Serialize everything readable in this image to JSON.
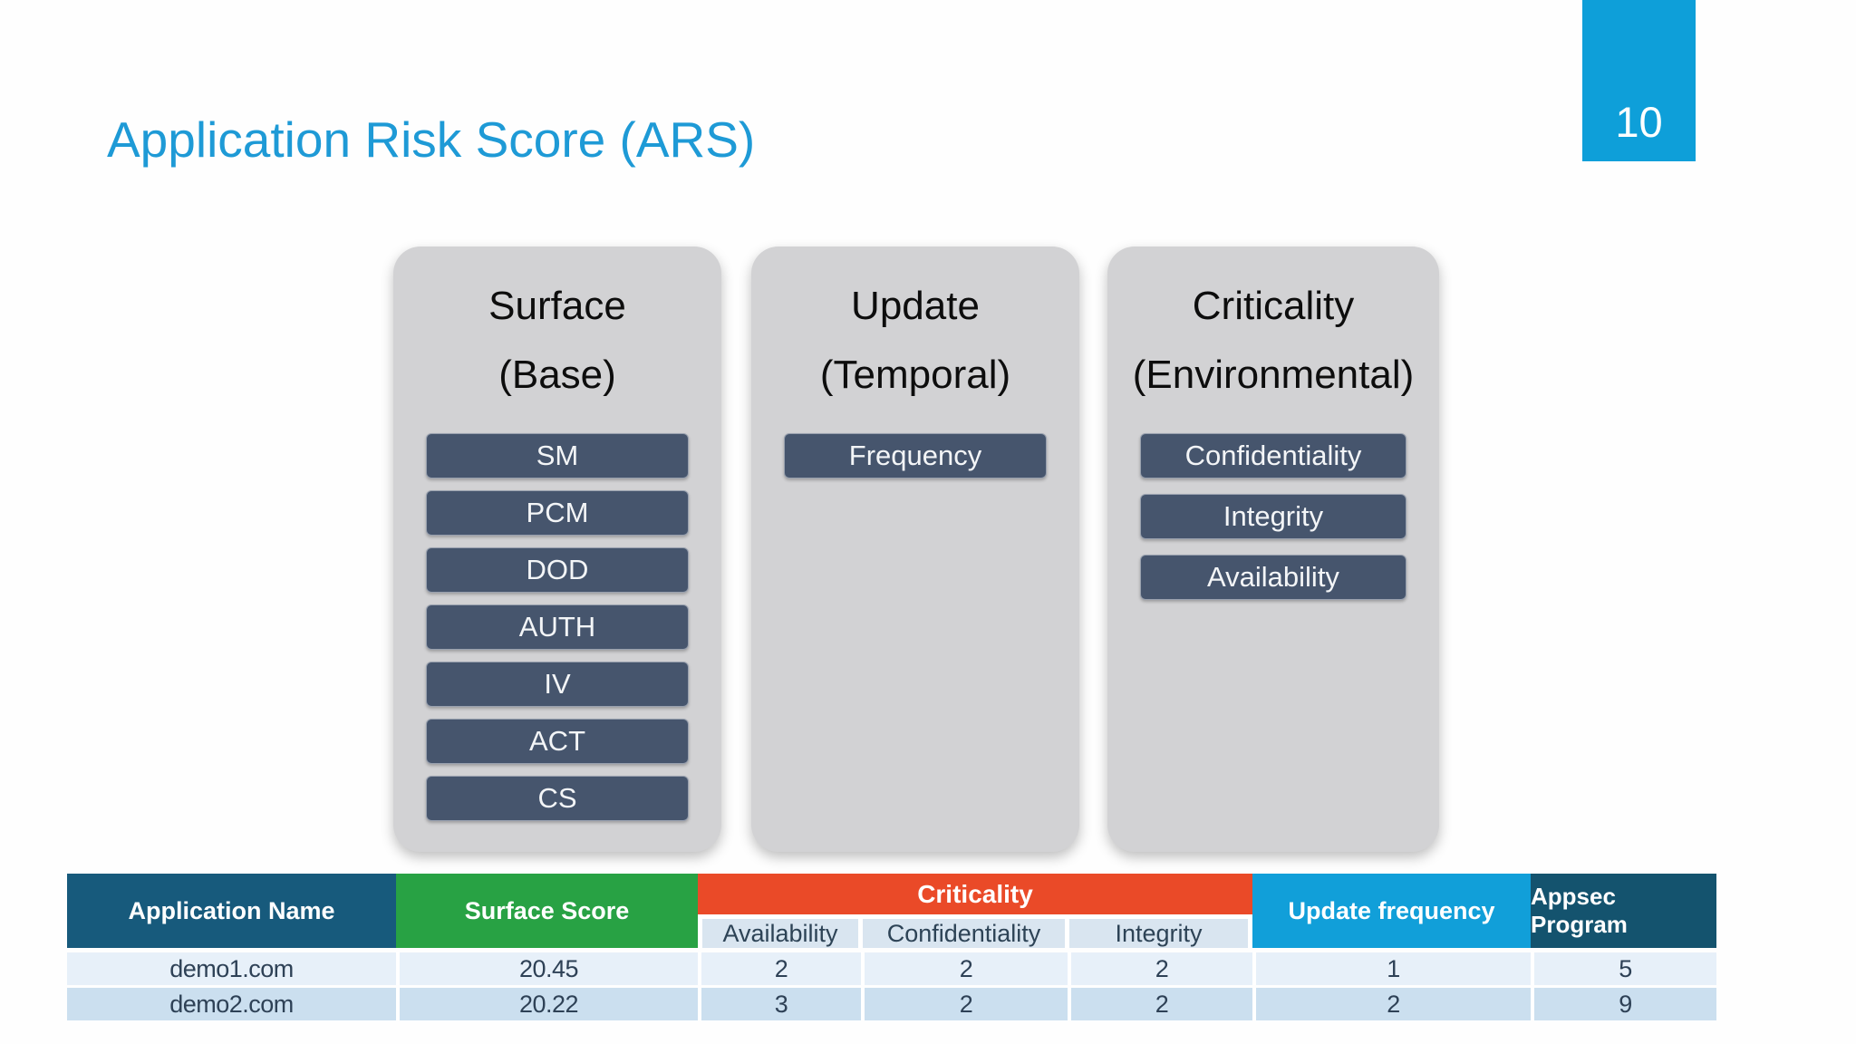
{
  "slide": {
    "title": "Application Risk Score (ARS)",
    "page_number": "10"
  },
  "cards": [
    {
      "title_line1": "Surface",
      "title_line2": "(Base)",
      "pills": [
        "SM",
        "PCM",
        "DOD",
        "AUTH",
        "IV",
        "ACT",
        "CS"
      ]
    },
    {
      "title_line1": "Update",
      "title_line2": "(Temporal)",
      "pills": [
        "Frequency"
      ]
    },
    {
      "title_line1": "Criticality",
      "title_line2": "(Environmental)",
      "pills": [
        "Confidentiality",
        "Integrity",
        "Availability"
      ]
    }
  ],
  "table": {
    "headers": {
      "application_name": "Application Name",
      "surface_score": "Surface Score",
      "criticality_group": "Criticality",
      "subheaders": [
        "Availability",
        "Confidentiality",
        "Integrity"
      ],
      "update_frequency": "Update frequency",
      "appsec_program": "Appsec Program"
    },
    "rows": [
      {
        "application_name": "demo1.com",
        "surface_score": "20.45",
        "availability": "2",
        "confidentiality": "2",
        "integrity": "2",
        "update_frequency": "1",
        "appsec_program": "5"
      },
      {
        "application_name": "demo2.com",
        "surface_score": "20.22",
        "availability": "3",
        "confidentiality": "2",
        "integrity": "2",
        "update_frequency": "2",
        "appsec_program": "9"
      }
    ]
  },
  "colors": {
    "title_blue": "#1e9ad6",
    "page_box_blue": "#0e9fd9",
    "card_gray": "#d2d2d4",
    "pill_navy": "#46556d",
    "header_navy": "#175a7c",
    "header_green": "#28a244",
    "header_orange": "#ea4a28",
    "header_light_blue": "#119fd9",
    "header_dark_teal": "#14536e",
    "subheader_bg": "#d9e5f0",
    "row_odd_bg": "#e7f0f9",
    "row_even_bg": "#cbdfef"
  }
}
